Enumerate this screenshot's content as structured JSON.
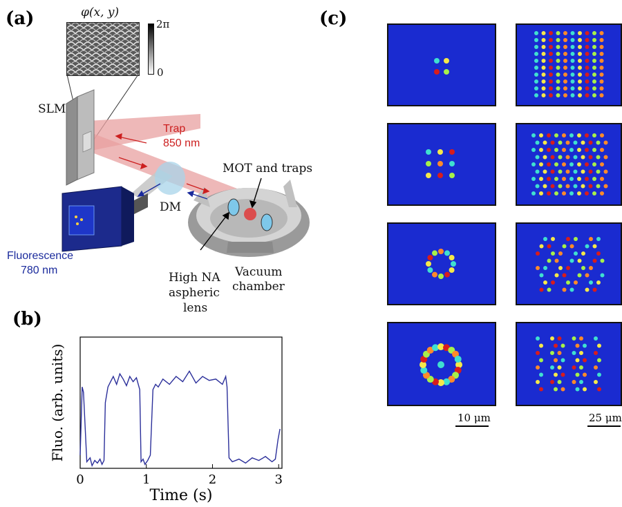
{
  "panels": {
    "a": "(a)",
    "b": "(b)",
    "c": "(c)"
  },
  "setup": {
    "phase_label": "φ(x, y)",
    "colorbar_max": "2π",
    "colorbar_min": "0",
    "slm": "SLM",
    "trap_name": "Trap",
    "trap_wavelength": "850 nm",
    "dm": "DM",
    "mot": "MOT and traps",
    "fluor_name": "Fluorescence",
    "fluor_wavelength": "780 nm",
    "lens_line1": "High NA",
    "lens_line2": "aspheric",
    "lens_line3": "lens",
    "chamber_line1": "Vacuum",
    "chamber_line2": "chamber",
    "colors": {
      "trap": "#cc1f1f",
      "fluorescence": "#1a2a9c"
    }
  },
  "scalebars": {
    "left": "10 μm",
    "right": "25 μm"
  },
  "chart_data": {
    "type": "line",
    "xlabel": "Time (s)",
    "ylabel": "Fluo. (arb. units)",
    "xlim": [
      0,
      3.05
    ],
    "ylim": [
      0,
      1
    ],
    "xticks": [
      "0",
      "1",
      "2",
      "3"
    ],
    "x": [
      0.0,
      0.03,
      0.05,
      0.1,
      0.15,
      0.18,
      0.22,
      0.26,
      0.3,
      0.33,
      0.36,
      0.38,
      0.42,
      0.46,
      0.5,
      0.55,
      0.6,
      0.65,
      0.7,
      0.75,
      0.8,
      0.85,
      0.9,
      0.92,
      0.95,
      0.98,
      1.02,
      1.06,
      1.1,
      1.14,
      1.18,
      1.25,
      1.35,
      1.45,
      1.55,
      1.65,
      1.75,
      1.85,
      1.95,
      2.05,
      2.15,
      2.2,
      2.22,
      2.25,
      2.3,
      2.4,
      2.5,
      2.6,
      2.7,
      2.8,
      2.9,
      2.95,
      2.99,
      3.02
    ],
    "series": [
      {
        "values": [
          0.1,
          0.62,
          0.58,
          0.05,
          0.08,
          0.02,
          0.06,
          0.04,
          0.07,
          0.03,
          0.06,
          0.5,
          0.62,
          0.66,
          0.7,
          0.64,
          0.72,
          0.68,
          0.63,
          0.7,
          0.66,
          0.69,
          0.6,
          0.05,
          0.07,
          0.03,
          0.06,
          0.1,
          0.6,
          0.64,
          0.62,
          0.68,
          0.64,
          0.7,
          0.66,
          0.74,
          0.65,
          0.7,
          0.67,
          0.68,
          0.64,
          0.7,
          0.62,
          0.08,
          0.05,
          0.07,
          0.04,
          0.08,
          0.06,
          0.09,
          0.05,
          0.07,
          0.22,
          0.3
        ]
      }
    ]
  }
}
